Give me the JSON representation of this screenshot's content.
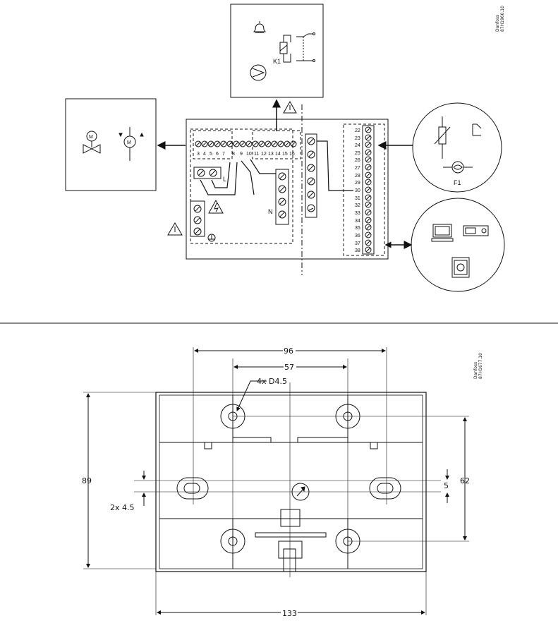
{
  "wiring": {
    "ref_code": "Danfoss\n87H1960.10",
    "relay_label": "K1",
    "terminals_top": [
      "3",
      "4",
      "5",
      "6",
      "7",
      "8",
      "9",
      "10",
      "11",
      "12",
      "13",
      "14",
      "15",
      "16"
    ],
    "terminals_right": [
      "22",
      "23",
      "24",
      "25",
      "26",
      "27",
      "28",
      "29",
      "30",
      "31",
      "32",
      "33",
      "34",
      "35",
      "36",
      "37",
      "38"
    ],
    "L_label": "L",
    "N_label": "N",
    "F1_label": "F1",
    "motor_label": "M"
  },
  "dimensions": {
    "ref_code": "Danfoss\n87H1677.10",
    "width_top": "96",
    "width_mid": "57",
    "hole_label": "4x D4.5",
    "height_left": "89",
    "slot_label": "2x 4.5",
    "gap_label": "5",
    "height_right": "62",
    "width_bottom": "133"
  },
  "colors": {
    "ink": "#111111",
    "paper": "#ffffff"
  }
}
